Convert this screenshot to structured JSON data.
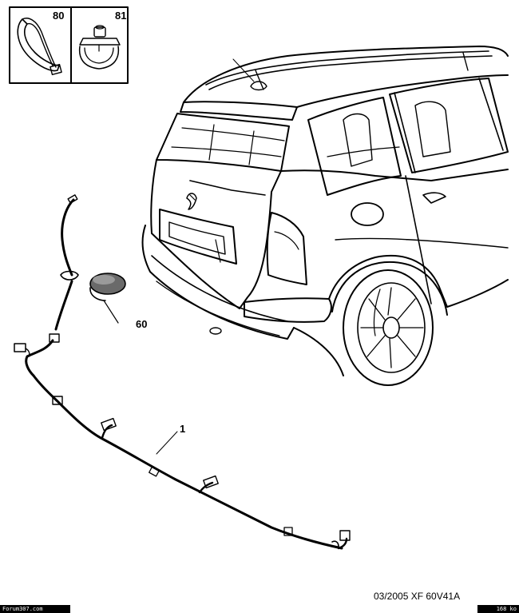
{
  "callouts": {
    "clip": "80",
    "grommet_clip": "81",
    "grommet": "60",
    "harness": "1"
  },
  "footer": {
    "date_ref": "03/2005  XF 60V41A",
    "site": "Forum307.com",
    "size": "168 ko"
  },
  "colors": {
    "line": "#000000",
    "background": "#ffffff",
    "gray": "#6a6a6a"
  }
}
